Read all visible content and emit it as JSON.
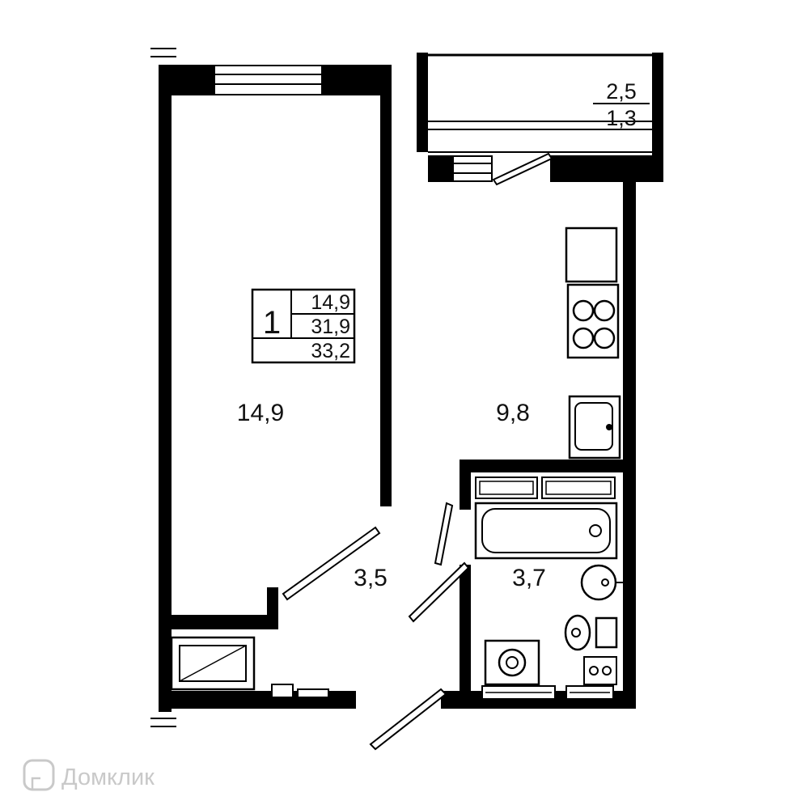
{
  "plan": {
    "type": "apartment-floor-plan",
    "info_box": {
      "rooms": "1",
      "values": [
        "14,9",
        "31,9",
        "33,2"
      ]
    },
    "labels": {
      "room": "14,9",
      "kitchen": "9,8",
      "hallway": "3,5",
      "bathroom": "3,7",
      "balcony_total": "2,5",
      "balcony_reduced": "1,3"
    },
    "fixtures": [
      "stove-4-burners",
      "kitchen-sink",
      "vent-shaft",
      "bathtub",
      "round-washbasin",
      "toilet",
      "washing-machine",
      "window-bay"
    ],
    "colors": {
      "walls": "#000000",
      "background": "#ffffff",
      "watermark": "#c9c9c9"
    }
  },
  "watermark": {
    "brand": "Домклик"
  }
}
